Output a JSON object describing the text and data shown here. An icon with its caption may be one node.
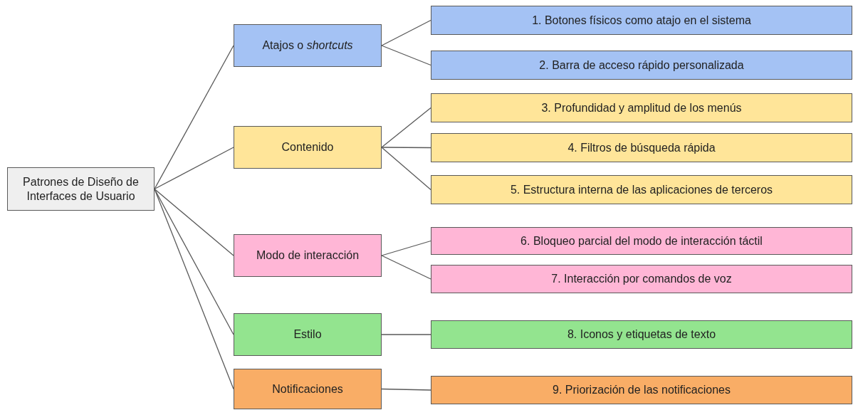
{
  "diagram": {
    "nodes": [
      {
        "text": [
          "Patrones de Diseño de Interfaces de Usuario"
        ]
      },
      {
        "text": [
          "Atajos o *shortcuts*"
        ]
      },
      {
        "text": [
          "1. Botones físicos como atajo en el sistema"
        ]
      },
      {
        "text": [
          "2. Barra de acceso rápido personalizada"
        ]
      },
      {
        "text": [
          "Contenido"
        ]
      },
      {
        "text": [
          "3. Profundidad y amplitud de los menús"
        ]
      },
      {
        "text": [
          "4. Filtros de búsqueda rápida"
        ]
      },
      {
        "text": [
          "5. Estructura interna de las aplicaciones de terceros"
        ]
      },
      {
        "text": [
          "Modo de interacción"
        ]
      },
      {
        "text": [
          "6. Bloqueo parcial del modo de interacción táctil"
        ]
      },
      {
        "text": [
          "7. Interacción por comandos de voz"
        ]
      },
      {
        "text": [
          "Estilo"
        ]
      },
      {
        "text": [
          "8. Iconos y etiquetas de texto"
        ]
      },
      {
        "text": [
          "Notificaciones"
        ]
      },
      {
        "text": [
          "9. Priorización de las notificaciones"
        ]
      }
    ],
    "edges": [
      {
        "from": 0,
        "to": 1,
        "arrow": "none"
      },
      {
        "from": 0,
        "to": 4,
        "arrow": "none"
      },
      {
        "from": 0,
        "to": 8,
        "arrow": "none"
      },
      {
        "from": 0,
        "to": 11,
        "arrow": "none"
      },
      {
        "from": 0,
        "to": 13,
        "arrow": "none"
      },
      {
        "from": 1,
        "to": 2,
        "arrow": "none"
      },
      {
        "from": 1,
        "to": 3,
        "arrow": "none"
      },
      {
        "from": 4,
        "to": 5,
        "arrow": "none"
      },
      {
        "from": 4,
        "to": 6,
        "arrow": "none"
      },
      {
        "from": 4,
        "to": 7,
        "arrow": "none"
      },
      {
        "from": 8,
        "to": 9,
        "arrow": "none"
      },
      {
        "from": 8,
        "to": 10,
        "arrow": "none"
      },
      {
        "from": 11,
        "to": 12,
        "arrow": "none"
      },
      {
        "from": 13,
        "to": 14,
        "arrow": "none"
      }
    ]
  }
}
